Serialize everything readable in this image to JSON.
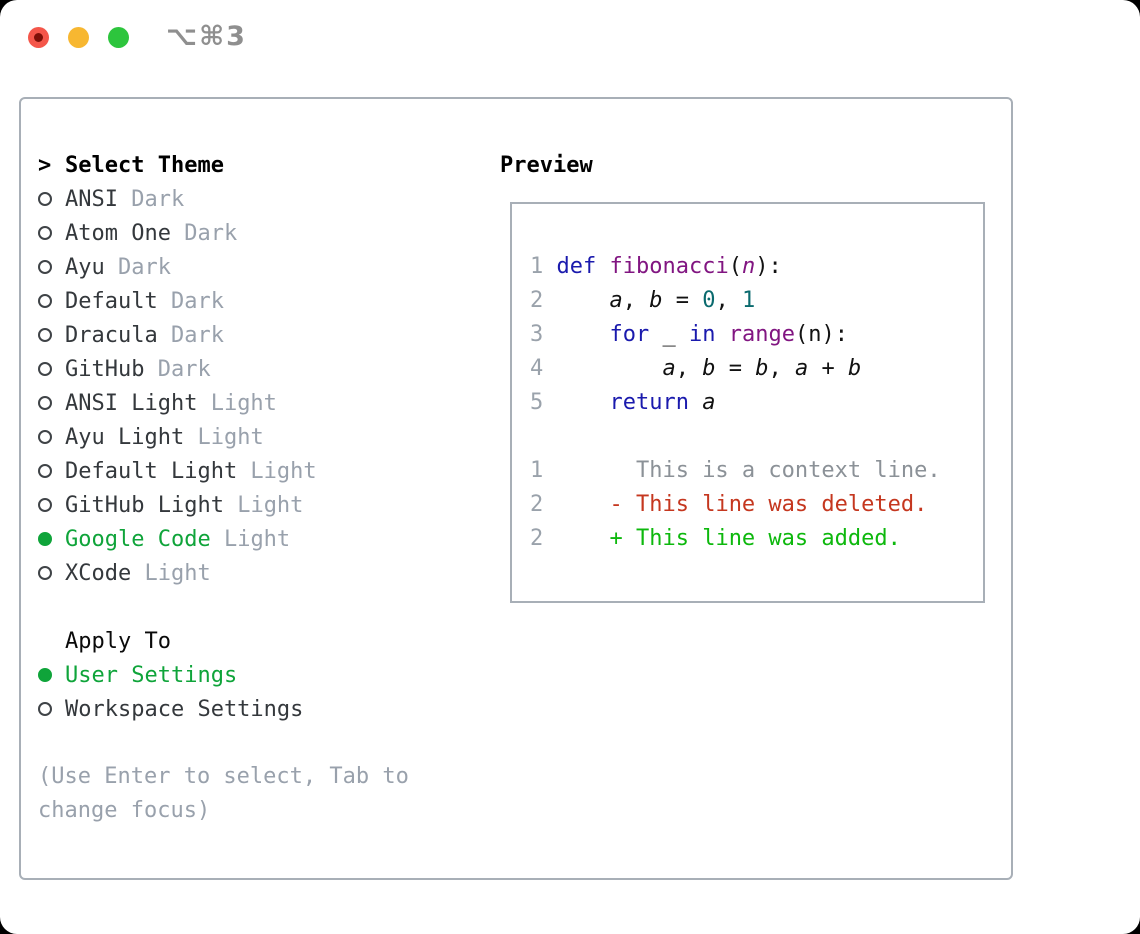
{
  "titlebar": {
    "hotkey": "⌥⌘3"
  },
  "theme_list": {
    "prompt": ">",
    "title": "Select Theme",
    "items": [
      {
        "name": "ANSI",
        "variant": "Dark",
        "selected": false
      },
      {
        "name": "Atom One",
        "variant": "Dark",
        "selected": false
      },
      {
        "name": "Ayu",
        "variant": "Dark",
        "selected": false
      },
      {
        "name": "Default",
        "variant": "Dark",
        "selected": false
      },
      {
        "name": "Dracula",
        "variant": "Dark",
        "selected": false
      },
      {
        "name": "GitHub",
        "variant": "Dark",
        "selected": false
      },
      {
        "name": "ANSI Light",
        "variant": "Light",
        "selected": false
      },
      {
        "name": "Ayu Light",
        "variant": "Light",
        "selected": false
      },
      {
        "name": "Default Light",
        "variant": "Light",
        "selected": false
      },
      {
        "name": "GitHub Light",
        "variant": "Light",
        "selected": false
      },
      {
        "name": "Google Code",
        "variant": "Light",
        "selected": true
      },
      {
        "name": "XCode",
        "variant": "Light",
        "selected": false
      }
    ]
  },
  "apply_to": {
    "title": "Apply To",
    "options": [
      {
        "label": "User Settings",
        "selected": true
      },
      {
        "label": "Workspace Settings",
        "selected": false
      }
    ]
  },
  "help": {
    "lines": [
      "(Use Enter to select, Tab to",
      "change focus)"
    ]
  },
  "preview": {
    "title": "Preview",
    "code_lines": [
      [
        {
          "t": "1 ",
          "c": "ln"
        },
        {
          "t": "def",
          "c": "kw"
        },
        {
          "t": " ",
          "c": "pl"
        },
        {
          "t": "fibonacci",
          "c": "ty"
        },
        {
          "t": "(",
          "c": "pl"
        },
        {
          "t": "n",
          "c": "arg"
        },
        {
          "t": "):",
          "c": "pl"
        }
      ],
      [
        {
          "t": "2 ",
          "c": "ln"
        },
        {
          "t": "    ",
          "c": "pl"
        },
        {
          "t": "a",
          "c": "var"
        },
        {
          "t": ", ",
          "c": "pl"
        },
        {
          "t": "b",
          "c": "var"
        },
        {
          "t": " = ",
          "c": "pl"
        },
        {
          "t": "0",
          "c": "lit"
        },
        {
          "t": ", ",
          "c": "pl"
        },
        {
          "t": "1",
          "c": "lit"
        }
      ],
      [
        {
          "t": "3 ",
          "c": "ln"
        },
        {
          "t": "    ",
          "c": "pl"
        },
        {
          "t": "for",
          "c": "kw"
        },
        {
          "t": " _ ",
          "c": "pl"
        },
        {
          "t": "in",
          "c": "kw"
        },
        {
          "t": " ",
          "c": "pl"
        },
        {
          "t": "range",
          "c": "ty"
        },
        {
          "t": "(n):",
          "c": "pl"
        }
      ],
      [
        {
          "t": "4 ",
          "c": "ln"
        },
        {
          "t": "        ",
          "c": "pl"
        },
        {
          "t": "a",
          "c": "var"
        },
        {
          "t": ", ",
          "c": "pl"
        },
        {
          "t": "b",
          "c": "var"
        },
        {
          "t": " = ",
          "c": "pl"
        },
        {
          "t": "b",
          "c": "var"
        },
        {
          "t": ", ",
          "c": "pl"
        },
        {
          "t": "a",
          "c": "var"
        },
        {
          "t": " + ",
          "c": "pl"
        },
        {
          "t": "b",
          "c": "var"
        }
      ],
      [
        {
          "t": "5 ",
          "c": "ln"
        },
        {
          "t": "    ",
          "c": "pl"
        },
        {
          "t": "return",
          "c": "kw"
        },
        {
          "t": " ",
          "c": "pl"
        },
        {
          "t": "a",
          "c": "var"
        }
      ],
      [
        {
          "t": " ",
          "c": "pl"
        }
      ],
      [
        {
          "t": "1",
          "c": "ln"
        },
        {
          "t": "       This is a context line.",
          "c": "ctx"
        }
      ],
      [
        {
          "t": "2",
          "c": "ln"
        },
        {
          "t": "     ",
          "c": "pl"
        },
        {
          "t": "- This line was deleted.",
          "c": "del"
        }
      ],
      [
        {
          "t": "2",
          "c": "ln"
        },
        {
          "t": "     ",
          "c": "pl"
        },
        {
          "t": "+ This line was added.",
          "c": "add"
        }
      ]
    ]
  },
  "colors": {
    "accent_green": "#0fa43a",
    "diff_added_green": "#0db80d",
    "diff_deleted_red": "#c5371f",
    "keyword_blue": "#1a1aad",
    "function_purple": "#811581",
    "literal_teal": "#0a6a6e",
    "dim_gray": "#99a1ac",
    "item_text_gray": "#34383c",
    "line_number_gray": "#9aa2ab",
    "context_gray": "#8b9197",
    "panel_border_gray": "#a8afb7",
    "traffic_red": "#f4564a",
    "traffic_yellow": "#f7b731",
    "traffic_green": "#2dc53d",
    "hotkey_gray": "#8f8f8f"
  }
}
